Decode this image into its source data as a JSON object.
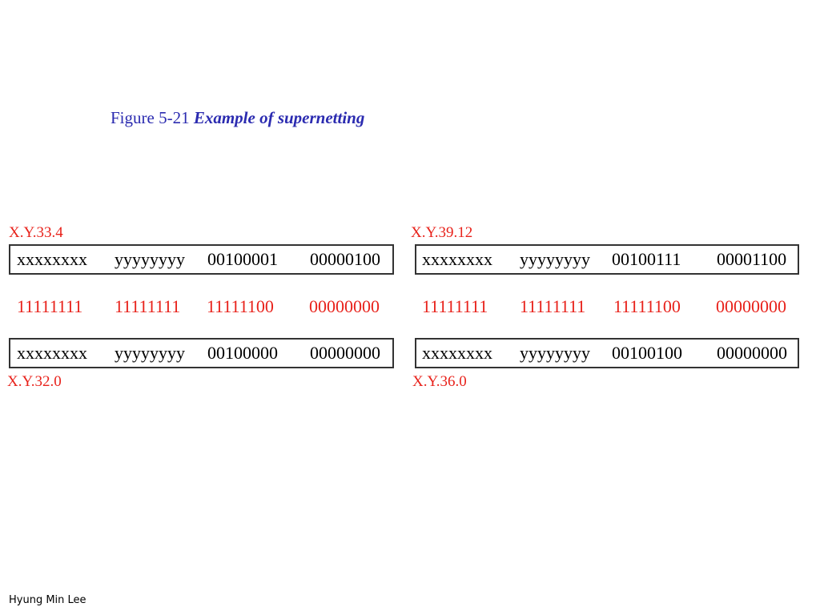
{
  "title": {
    "prefix": "Figure  5-21",
    "caption": "Example of supernetting"
  },
  "left": {
    "top_label": "X.Y.33.4",
    "address": [
      "xxxxxxxx",
      "yyyyyyyy",
      "00100001",
      "00000100"
    ],
    "mask": [
      "11111111",
      "11111111",
      "11111100",
      "00000000"
    ],
    "result": [
      "xxxxxxxx",
      "yyyyyyyy",
      "00100000",
      "00000000"
    ],
    "bottom_label": "X.Y.32.0"
  },
  "right": {
    "top_label": "X.Y.39.12",
    "address": [
      "xxxxxxxx",
      "yyyyyyyy",
      "00100111",
      "00001100"
    ],
    "mask": [
      "11111111",
      "11111111",
      "11111100",
      "00000000"
    ],
    "result": [
      "xxxxxxxx",
      "yyyyyyyy",
      "00100100",
      "00000000"
    ],
    "bottom_label": "X.Y.36.0"
  },
  "footer": {
    "author": "Hyung Min Lee"
  },
  "colors": {
    "title": "#2b2bb0",
    "label_red": "#e8221b",
    "box_border": "#333333"
  }
}
